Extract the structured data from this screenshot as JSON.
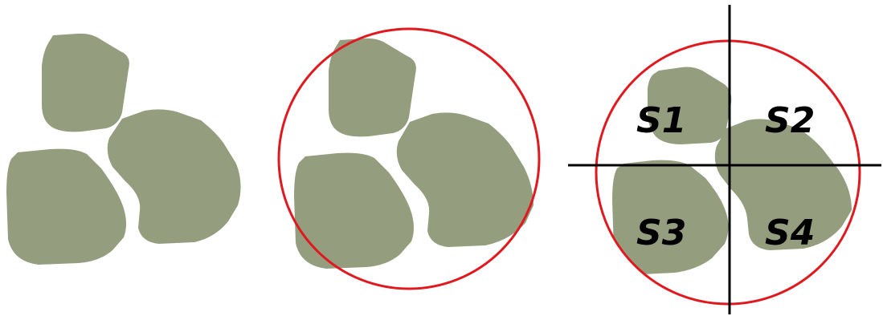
{
  "colors": {
    "particle_fill": "#949e7f",
    "circle_stroke": "#e0191e",
    "axis_stroke": "#000000",
    "label_color": "#000000"
  },
  "panels": [
    {
      "id": "particles"
    },
    {
      "id": "enclosing-circle"
    },
    {
      "id": "quadrants"
    }
  ],
  "quadrant_labels": {
    "s1": "S1",
    "s2": "S2",
    "s3": "S3",
    "s4": "S4"
  }
}
